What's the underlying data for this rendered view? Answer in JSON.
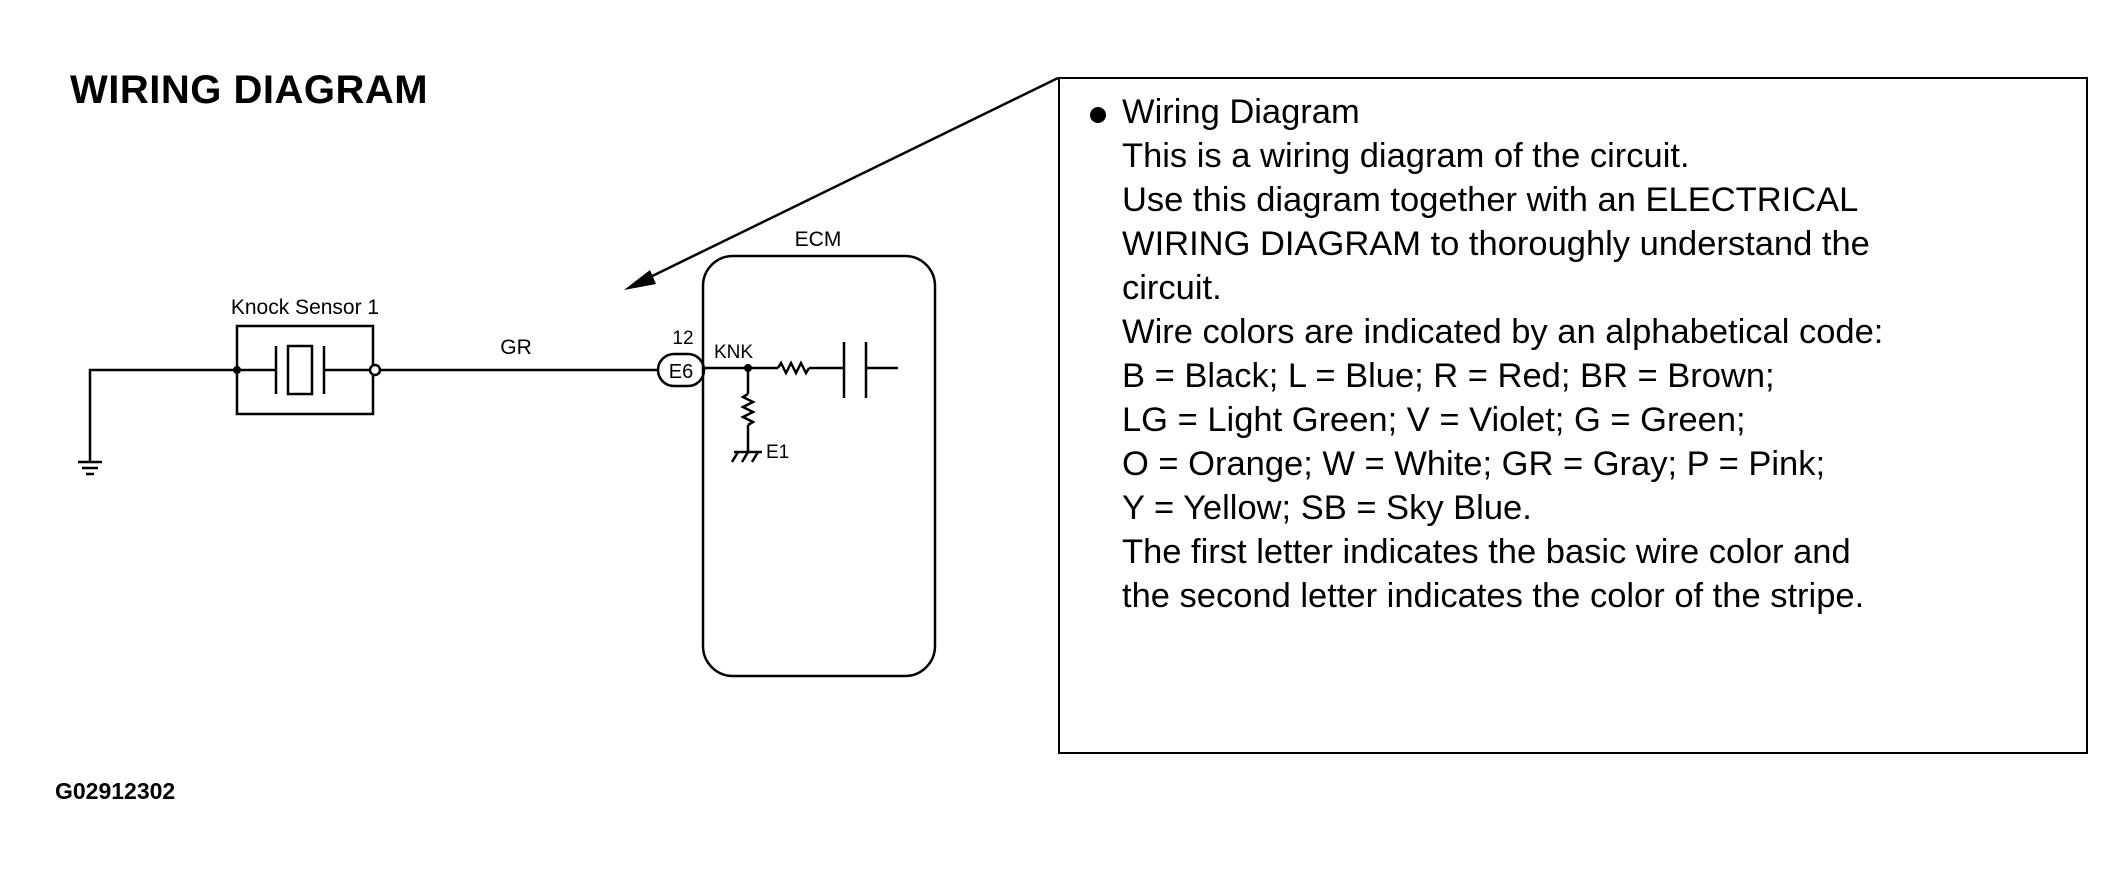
{
  "heading": "WIRING DIAGRAM",
  "figure_code": "G02912302",
  "diagram": {
    "sensor_label": "Knock Sensor 1",
    "wire_color": "GR",
    "ecm_label": "ECM",
    "pin_number": "12",
    "connector": "E6",
    "terminal_knk": "KNK",
    "terminal_e1": "E1"
  },
  "callout": {
    "title": "Wiring Diagram",
    "lines": [
      "This is a wiring diagram of the circuit.",
      "Use this diagram together with an ELECTRICAL",
      "WIRING DIAGRAM to thoroughly understand the",
      "circuit.",
      "Wire colors are indicated by an alphabetical code:",
      "B = Black; L = Blue; R = Red; BR = Brown;",
      "LG = Light Green; V = Violet; G = Green;",
      "O = Orange; W = White; GR = Gray; P = Pink;",
      "Y = Yellow; SB = Sky Blue.",
      "The first letter indicates the basic wire color and",
      "the second letter indicates the color of the stripe."
    ]
  }
}
